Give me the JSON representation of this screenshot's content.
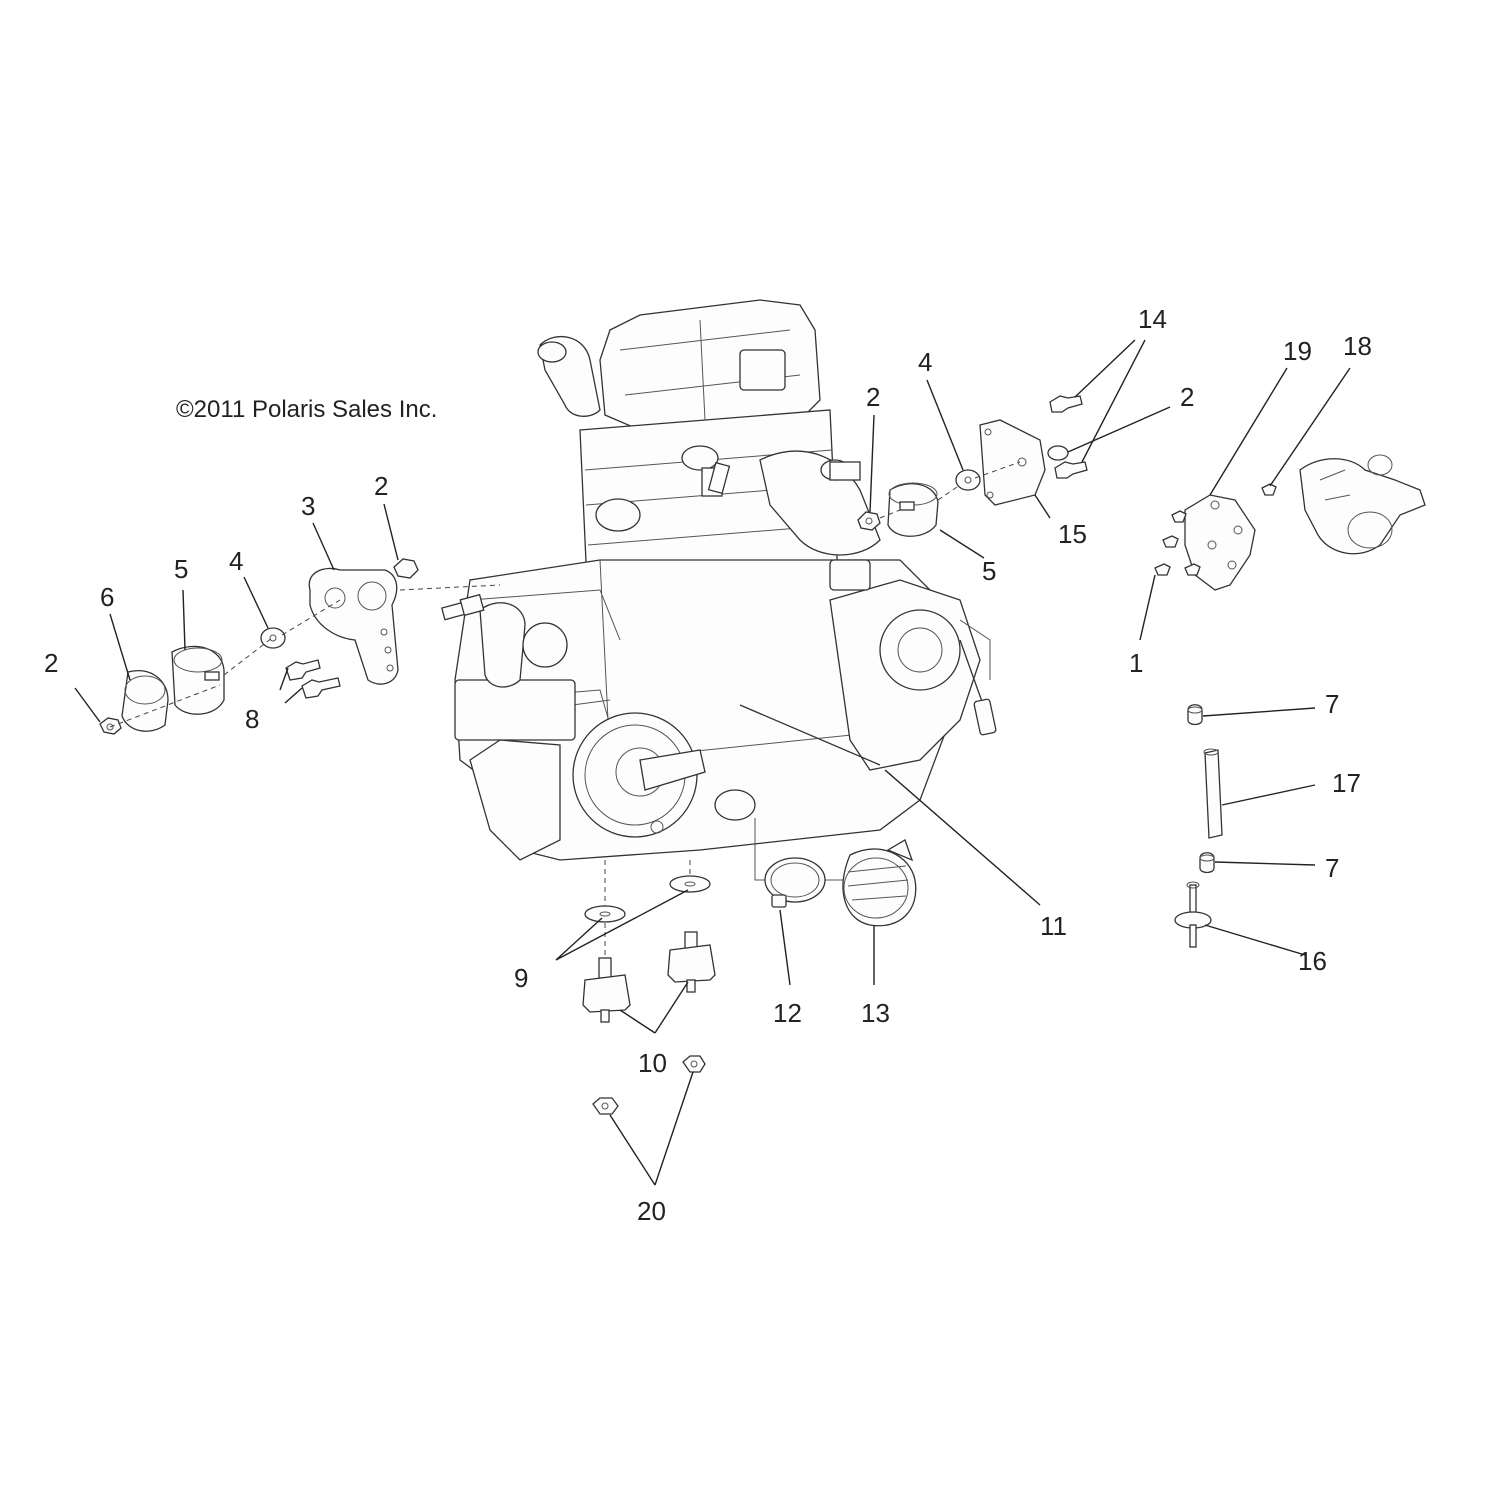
{
  "copyright": "©2011  Polaris Sales Inc.",
  "callouts": [
    {
      "id": "c1",
      "label": "1"
    },
    {
      "id": "c2a",
      "label": "2"
    },
    {
      "id": "c2b",
      "label": "2"
    },
    {
      "id": "c2c",
      "label": "2"
    },
    {
      "id": "c2d",
      "label": "2"
    },
    {
      "id": "c3",
      "label": "3"
    },
    {
      "id": "c4a",
      "label": "4"
    },
    {
      "id": "c4b",
      "label": "4"
    },
    {
      "id": "c5a",
      "label": "5"
    },
    {
      "id": "c5b",
      "label": "5"
    },
    {
      "id": "c6",
      "label": "6"
    },
    {
      "id": "c7a",
      "label": "7"
    },
    {
      "id": "c7b",
      "label": "7"
    },
    {
      "id": "c8",
      "label": "8"
    },
    {
      "id": "c9",
      "label": "9"
    },
    {
      "id": "c10",
      "label": "10"
    },
    {
      "id": "c11",
      "label": "11"
    },
    {
      "id": "c12",
      "label": "12"
    },
    {
      "id": "c13",
      "label": "13"
    },
    {
      "id": "c14",
      "label": "14"
    },
    {
      "id": "c15",
      "label": "15"
    },
    {
      "id": "c16",
      "label": "16"
    },
    {
      "id": "c17",
      "label": "17"
    },
    {
      "id": "c18",
      "label": "18"
    },
    {
      "id": "c19",
      "label": "19"
    },
    {
      "id": "c20",
      "label": "20"
    }
  ]
}
